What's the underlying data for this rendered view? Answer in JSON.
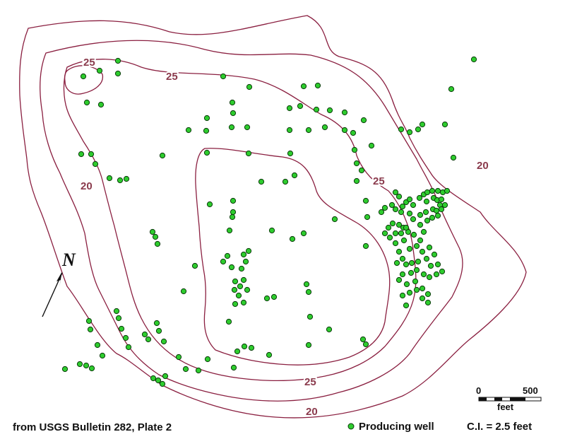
{
  "contour_labels": {
    "outer_left": "20",
    "outer_right": "20",
    "outer_bottom": "20",
    "inner_topleft": "25",
    "inner_top": "25",
    "inner_right": "25",
    "inner_bottom": "25"
  },
  "north_label": "N",
  "scale": {
    "start": "0",
    "end": "500",
    "unit": "feet"
  },
  "source_text": "from USGS Bulletin 282, Plate 2",
  "legend_label": "Producing well",
  "interval_text": "C.I. = 2.5 feet",
  "colors": {
    "contour": "#8a1f40",
    "well_fill": "#2ecc2e",
    "well_stroke": "#0a3a0a",
    "label": "#8a3a4c"
  }
}
